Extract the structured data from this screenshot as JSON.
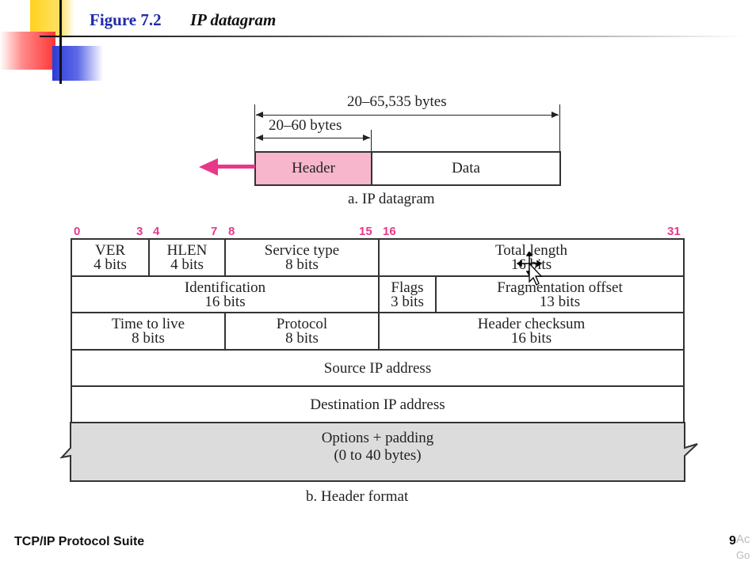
{
  "title": {
    "figure": "Figure 7.2",
    "name": "IP datagram"
  },
  "datagram": {
    "total_label": "20–65,535 bytes",
    "header_label": "20–60 bytes",
    "header_box": "Header",
    "data_box": "Data",
    "caption": "a. IP datagram",
    "header_color": "#f7b6cc",
    "arrow_color": "#e8388a"
  },
  "header_format": {
    "bit_numbers": [
      "0",
      "3",
      "4",
      "7",
      "8",
      "15",
      "16",
      "31"
    ],
    "rows": [
      [
        {
          "name": "VER",
          "size": "4 bits"
        },
        {
          "name": "HLEN",
          "size": "4 bits"
        },
        {
          "name": "Service type",
          "size": "8 bits"
        },
        {
          "name": "Total length",
          "size": "16 bits"
        }
      ],
      [
        {
          "name": "Identification",
          "size": "16 bits"
        },
        {
          "name": "Flags",
          "size": "3 bits"
        },
        {
          "name": "Fragmentation offset",
          "size": "13 bits"
        }
      ],
      [
        {
          "name": "Time to live",
          "size": "8 bits"
        },
        {
          "name": "Protocol",
          "size": "8 bits"
        },
        {
          "name": "Header checksum",
          "size": "16 bits"
        }
      ]
    ],
    "source": "Source IP address",
    "destination": "Destination IP address",
    "options_line1": "Options + padding",
    "options_line2": "(0 to 40 bytes)",
    "options_color": "#dcdcdc",
    "caption": "b. Header format"
  },
  "footer": {
    "suite": "TCP/IP Protocol Suite",
    "page": "9",
    "watermark_line1": "Ac",
    "watermark_line2": "Go"
  }
}
